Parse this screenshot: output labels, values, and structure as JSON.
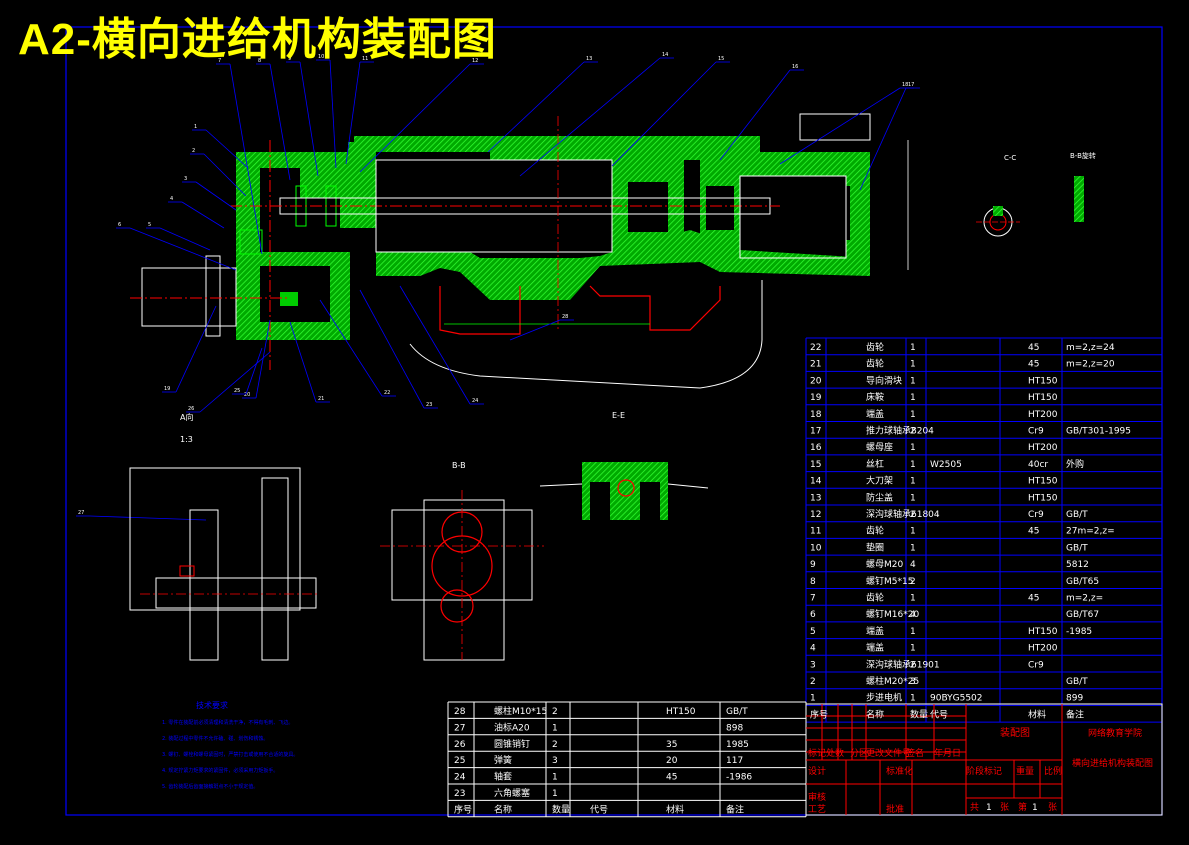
{
  "title": "A2-横向进给机构装配图",
  "colors": {
    "background": "#000000",
    "frame": "#0000ff",
    "hatch": "#00cc00",
    "part": "#ff0000",
    "text": "#ffffff",
    "leader": "#0000ff",
    "title_text": "#ffff00"
  },
  "view_labels": {
    "a_view": "A向",
    "scale": "1:3",
    "bb": "B-B",
    "ee": "E-E",
    "cc": "C-C",
    "bb2": "B-B旋转"
  },
  "bom_upper": [
    {
      "no": "22",
      "name": "齿轮",
      "qty": "1",
      "code": "",
      "mat": "45",
      "note": "m=2,z=24"
    },
    {
      "no": "21",
      "name": "齿轮",
      "qty": "1",
      "code": "",
      "mat": "45",
      "note": "m=2,z=20"
    },
    {
      "no": "20",
      "name": "导向滑块",
      "qty": "1",
      "code": "",
      "mat": "HT150",
      "note": ""
    },
    {
      "no": "19",
      "name": "床鞍",
      "qty": "1",
      "code": "",
      "mat": "HT150",
      "note": ""
    },
    {
      "no": "18",
      "name": "端盖",
      "qty": "1",
      "code": "",
      "mat": "HT200",
      "note": ""
    },
    {
      "no": "17",
      "name": "推力球轴承8204",
      "qty": "2",
      "code": "",
      "mat": "Cr9",
      "note": "GB/T301-1995"
    },
    {
      "no": "16",
      "name": "螺母座",
      "qty": "1",
      "code": "",
      "mat": "HT200",
      "note": ""
    },
    {
      "no": "15",
      "name": "丝杠",
      "qty": "1",
      "code": "W2505",
      "mat": "40cr",
      "note": "外购"
    },
    {
      "no": "14",
      "name": "大刀架",
      "qty": "1",
      "code": "",
      "mat": "HT150",
      "note": ""
    },
    {
      "no": "13",
      "name": "防尘盖",
      "qty": "1",
      "code": "",
      "mat": "HT150",
      "note": ""
    },
    {
      "no": "12",
      "name": "深沟球轴承61804",
      "qty": "2",
      "code": "",
      "mat": "Cr9",
      "note": "GB/T"
    },
    {
      "no": "11",
      "name": "齿轮",
      "qty": "1",
      "code": "",
      "mat": "45",
      "note": "27m=2,z="
    },
    {
      "no": "10",
      "name": "垫圈",
      "qty": "1",
      "code": "",
      "mat": "",
      "note": "GB/T"
    },
    {
      "no": "9",
      "name": "螺母M20",
      "qty": "4",
      "code": "",
      "mat": "",
      "note": "5812"
    },
    {
      "no": "8",
      "name": "螺钉M5*15",
      "qty": "2",
      "code": "",
      "mat": "",
      "note": "GB/T65"
    },
    {
      "no": "7",
      "name": "齿轮",
      "qty": "1",
      "code": "",
      "mat": "45",
      "note": "m=2,z="
    },
    {
      "no": "6",
      "name": "螺钉M16*20",
      "qty": "4",
      "code": "",
      "mat": "",
      "note": "GB/T67"
    },
    {
      "no": "5",
      "name": "端盖",
      "qty": "1",
      "code": "",
      "mat": "HT150",
      "note": "-1985"
    },
    {
      "no": "4",
      "name": "端盖",
      "qty": "1",
      "code": "",
      "mat": "HT200",
      "note": ""
    },
    {
      "no": "3",
      "name": "深沟球轴承61901",
      "qty": "2",
      "code": "",
      "mat": "Cr9",
      "note": ""
    },
    {
      "no": "2",
      "name": "螺柱M20*25",
      "qty": "3",
      "code": "",
      "mat": "",
      "note": "GB/T"
    },
    {
      "no": "1",
      "name": "步进电机",
      "qty": "1",
      "code": "90BYG5502",
      "mat": "",
      "note": "899"
    }
  ],
  "bom_upper_header": {
    "no": "序号",
    "name": "名称",
    "qty": "数量",
    "code": "代号",
    "mat": "材料",
    "note": "备注"
  },
  "bom_lower": [
    {
      "no": "28",
      "name": "螺柱M10*15",
      "qty": "2",
      "code": "",
      "mat": "HT150",
      "note": "GB/T"
    },
    {
      "no": "27",
      "name": "油标A20",
      "qty": "1",
      "code": "",
      "mat": "",
      "note": "898"
    },
    {
      "no": "26",
      "name": "圆锥销钉",
      "qty": "2",
      "code": "",
      "mat": "35",
      "note": "1985"
    },
    {
      "no": "25",
      "name": "弹簧",
      "qty": "3",
      "code": "",
      "mat": "20",
      "note": "117"
    },
    {
      "no": "24",
      "name": "轴套",
      "qty": "1",
      "code": "",
      "mat": "45",
      "note": "-1986"
    },
    {
      "no": "23",
      "name": "六角螺塞",
      "qty": "1",
      "code": "",
      "mat": "",
      "note": ""
    }
  ],
  "bom_lower_header": {
    "no": "序号",
    "name": "名称",
    "qty": "数量",
    "code": "代号",
    "mat": "材料",
    "note": "备注"
  },
  "title_block": {
    "drawing": "装配图",
    "school": "网络教育学院",
    "name": "横向进给机构装配图",
    "row_labels": [
      "标记",
      "处数",
      "分区",
      "更改文件号",
      "签名",
      "年月日"
    ],
    "design": "设计",
    "standard": "标准化",
    "stage": "阶段标记",
    "weight": "重量",
    "ratio": "比例",
    "review": "审核",
    "process": "工艺",
    "approve": "批准",
    "sheets_total": "共",
    "sheets_total_n": "1",
    "sheet": "张",
    "page": "第",
    "page_n": "1",
    "page_suffix": "张"
  },
  "tech_req": {
    "heading": "技术要求",
    "lines": [
      "1. 零件在装配前必须清理和清洗干净，不得有毛刺、飞边。",
      "2. 装配过程中零件不允许磕、碰、划伤和锈蚀。",
      "3. 螺钉、螺栓和螺母紧固时，严禁打击或使用不合适的旋具。",
      "4. 规定拧紧力矩要求的紧固件，必须采用力矩扳手。",
      "5. 齿轮装配后齿面接触斑点不小于规定值。"
    ]
  },
  "balloons": [
    "1",
    "2",
    "3",
    "4",
    "5",
    "6",
    "7",
    "8",
    "9",
    "10",
    "11",
    "12",
    "13",
    "14",
    "15",
    "16",
    "17",
    "18",
    "19",
    "20",
    "21",
    "22",
    "23",
    "24",
    "25",
    "26",
    "27",
    "28"
  ]
}
